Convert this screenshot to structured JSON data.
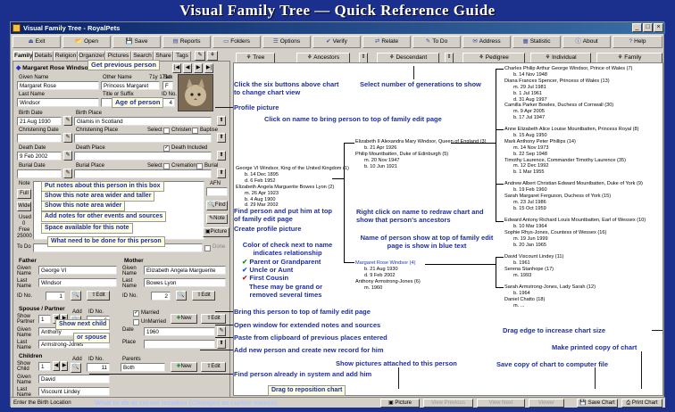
{
  "guide_title": "Visual Family Tree — Quick Reference Guide",
  "window": {
    "title": "Visual Family Tree - RoyalPets"
  },
  "toolbar": [
    "Exit",
    "Open",
    "Save",
    "Reports",
    "Folders",
    "Options",
    "Verify",
    "Relate",
    "To Do",
    "Address",
    "Statistic",
    "About",
    "Help"
  ],
  "tabs": [
    "Family",
    "Details",
    "Religion",
    "Organizer",
    "Pictures",
    "Search",
    "Share",
    "Tags"
  ],
  "person": {
    "name": "Margaret Rose Windsor",
    "given_name_label": "Given Name",
    "given_name": "Margaret Rose",
    "other_name_label": "Other Name",
    "other_name": "Princess Margaret",
    "age": "71y 171d",
    "sex_label": "Sex",
    "sex": "F",
    "last_name_label": "Last Name",
    "last_name": "Windsor",
    "title_label": "Title or Suffix",
    "id_label": "ID No.",
    "id": "4",
    "birth_date_label": "Birth Date",
    "birth_date": "21 Aug 1930",
    "birth_place_label": "Birth Place",
    "birth_place": "Glamis in Scotland",
    "christening_date_label": "Christening Date",
    "christening_place_label": "Christening Place",
    "select_label": "Select",
    "christen_label": "Christen",
    "baptise_label": "Baptise",
    "death_date_label": "Death Date",
    "death_date": "9 Feb 2002",
    "death_place_label": "Death Place",
    "death_included_label": "Death Included",
    "burial_date_label": "Burial Date",
    "burial_place_label": "Burial Place",
    "cremation_label": "Cremation",
    "burial_label": "Burial",
    "note_label": "Note",
    "full_button": "Full",
    "wide_button": "Wide",
    "used_label": "Used",
    "used": "0",
    "free_label": "Free",
    "free": "25000",
    "afn_label": "AFN",
    "find_button": "Find",
    "note_button": "Note",
    "picture_button": "Picture",
    "todo_label": "To Do",
    "done_label": "Done"
  },
  "father": {
    "section": "Father",
    "given_label": "Given Name",
    "given": "George VI",
    "last_label": "Last Name",
    "last": "Windsor",
    "id_label": "ID No.",
    "id": "1",
    "edit": "Edit"
  },
  "mother": {
    "section": "Mother",
    "given_label": "Given Name",
    "given": "Elizabeth Angela Marguerite",
    "last_label": "Last Name",
    "last": "Bowes Lyon",
    "id_label": "ID No.",
    "id": "2",
    "edit": "Edit"
  },
  "spouse": {
    "section": "Spouse / Partner",
    "show_label": "Show Partner",
    "index": "1",
    "add_label": "Add",
    "id_label": "ID No.",
    "id": "6",
    "married_label": "Married",
    "unmarried_label": "UnMarried",
    "new_button": "New",
    "edit_button": "Edit",
    "given_label": "Given Name",
    "given": "Anthony",
    "last_label": "Last Name",
    "last": "Armstrong-Jones",
    "date_label": "Date",
    "place_label": "Place",
    "marr_date": "1960"
  },
  "children": {
    "section": "Children",
    "show_label": "Show Child",
    "index": "1",
    "add_label": "Add",
    "id_label": "ID No.",
    "id": "11",
    "parents_label": "Parents",
    "parents": "Both",
    "new_button": "New",
    "edit_button": "Edit",
    "given_label": "Given Name",
    "given": "David",
    "last_label": "Last Name",
    "last": "Viscount Lindey"
  },
  "chart_toolbar": {
    "tree": "Tree",
    "ancestors": "Ancestors",
    "descendant": "Descendant",
    "pedigree": "Pedigree",
    "individual": "Individual",
    "family": "Family"
  },
  "chart": {
    "root": [
      "George VI Windsor, King of the United Kingdom (1)",
      "b. 14 Dec 1895",
      "d. 6 Feb 1952",
      "Elizabeth Angela Marguerite Bowes Lyon (2)",
      "m. 26 Apr 1923",
      "b. 4 Aug 1900",
      "d. 29 Mar 2002"
    ],
    "elizabeth": [
      "Elizabeth II Alexandra Mary Windsor, Queen of England (3)",
      "b. 21 Apr 1926",
      "Philip Mountbatten, Duke of Edinburgh (5)",
      "m. 20 Nov 1947",
      "b. 10 Jun 1921"
    ],
    "margaret": [
      "Margaret Rose Windsor (4)",
      "b. 21 Aug 1930",
      "d. 9 Feb 2002",
      "Anthony Armstrong-Jones (6)",
      "m. 1960"
    ],
    "charles": [
      "Charles Philip Arthur George Windsor, Prince of Wales (7)",
      "b. 14 Nov 1948",
      "Diana Frances Spencer, Princess of Wales (13)",
      "m. 29 Jul 1981",
      "b. 1 Jul 1961",
      "d. 31 Aug 1997",
      "Camilla Parker Bowles, Duchess of Cornwall (30)",
      "m. 9 Apr 2005",
      "b. 17 Jul 1947"
    ],
    "anne": [
      "Anne Elizabeth Alice Louise Mountbatten, Princess Royal (8)",
      "b. 15 Aug 1950",
      "Mark Anthony Peter Phillips (14)",
      "m. 14 Nov 1973",
      "b. 22 Sep 1948",
      "Timothy Laurence, Commander Timothy Laurence (35)",
      "m. 12 Dec 1992",
      "b. 1 Mar 1955"
    ],
    "andrew": [
      "Andrew Albert Christian Edward Mountbatten, Duke of York (9)",
      "b. 19 Feb 1960",
      "Sarah Margaret Ferguson, Duchess of York (15)",
      "m. 23 Jul 1986",
      "b. 15 Oct 1959"
    ],
    "edward": [
      "Edward Antony Richard Louis Mountbatten, Earl of Wessex (10)",
      "b. 10 Mar 1964",
      "Sophie Rhys-Jones, Countess of Wessex (16)",
      "m. 19 Jun 1999",
      "b. 20 Jan 1965"
    ],
    "david": [
      "David Viscount Lindey (11)",
      "b. 1961",
      "Serena Stanhope (17)",
      "m. 1993"
    ],
    "sarah": [
      "Sarah Armstrong-Jones, Lady Sarah (12)",
      "b. 1964",
      "Daniel Chatto (18)",
      "m. ..."
    ]
  },
  "status_bar": {
    "hint": "Enter the Birth Location",
    "picture": "Picture",
    "view_previous": "View Previous",
    "view_next": "View Next",
    "viewer": "Viewer",
    "save_chart": "Save Chart",
    "print_chart": "Print Chart"
  },
  "annotations": {
    "get_previous": "Get previous person",
    "age_of_person": "Age of person",
    "profile_picture": "Profile picture",
    "put_notes": "Put notes about this person in this box",
    "note_wider_taller": "Show this note area wider and taller",
    "note_wider": "Show this note area wider",
    "add_notes": "Add notes for other events and sources",
    "space_available": "Space available for this note",
    "todo": "What need to be done for this person",
    "find_person": "Find person and put him at top of family edit page",
    "create_profile": "Create profile picture",
    "color_check": "Color of check next to name indicates relationship",
    "parent": "Parent or Grandparent",
    "uncle": "Uncle or Aunt",
    "cousin": "First Cousin",
    "maybe_grand": "These may be grand or removed several times",
    "six_buttons": "Click the six buttons above chart to change chart view",
    "generations": "Select number of generations to show",
    "click_name": "Click on name to bring person to top of family edit page",
    "right_click": "Right click on name to redraw chart and show that person's ancestors",
    "blue_text": "Name of person show at top of family edit page is show in blue text",
    "show_next_child": "Show next child",
    "or_spouse": "or spouse",
    "bring_top": "Bring this person to top of family edit page",
    "open_window": "Open window for extended notes and sources",
    "paste": "Paste from clipboard of previous places entered",
    "add_new": "Add new person and create new record for him",
    "find_existing": "Find person already in system and add him",
    "show_pictures": "Show pictures attached to this person",
    "reposition": "Drag to reposition chart",
    "drag_edge": "Drag edge to increase chart size",
    "printed_copy": "Make printed copy of chart",
    "save_copy": "Save copy of chart to computer file",
    "cursor_location": "What to do at cursor location (Changes as cursor moves)"
  }
}
